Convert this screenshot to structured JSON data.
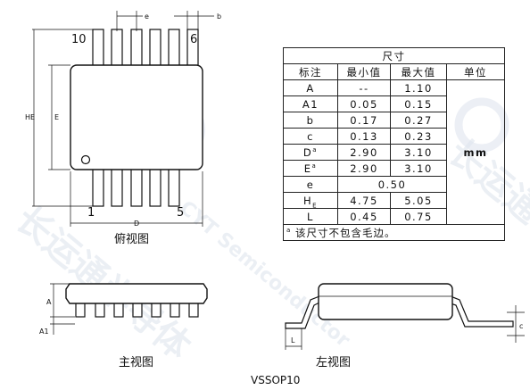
{
  "top_view": {
    "pin_top_left": "10",
    "pin_top_right": "6",
    "pin_bottom_left": "1",
    "pin_bottom_right": "5",
    "dim_e": "e",
    "dim_b": "b",
    "dim_HE": "HE",
    "dim_E": "E",
    "dim_D": "D",
    "caption": "俯视图"
  },
  "front_view": {
    "dim_A": "A",
    "dim_A1": "A1",
    "caption": "主视图"
  },
  "side_view": {
    "dim_L": "L",
    "dim_c": "c",
    "caption": "左视图"
  },
  "package_name": "VSSOP10",
  "table": {
    "title": "尺寸",
    "headers": [
      "标注",
      "最小值",
      "最大值",
      "单位"
    ],
    "rows": [
      {
        "label": "A",
        "min": "--",
        "max": "1.10"
      },
      {
        "label": "A1",
        "min": "0.05",
        "max": "0.15"
      },
      {
        "label": "b",
        "min": "0.17",
        "max": "0.27"
      },
      {
        "label": "c",
        "min": "0.13",
        "max": "0.23"
      },
      {
        "label": "D",
        "sup": "a",
        "min": "2.90",
        "max": "3.10"
      },
      {
        "label": "E",
        "sup": "a",
        "min": "2.90",
        "max": "3.10"
      },
      {
        "label": "e",
        "merged": "0.50"
      },
      {
        "label": "H",
        "sub": "E",
        "min": "4.75",
        "max": "5.05"
      },
      {
        "label": "L",
        "min": "0.45",
        "max": "0.75"
      }
    ],
    "unit": "mm",
    "note_mark": "a",
    "note": "该尺寸不包含毛边。"
  },
  "watermark": {
    "cn": "长运通半导体",
    "en": "CYT Semiconductor"
  }
}
